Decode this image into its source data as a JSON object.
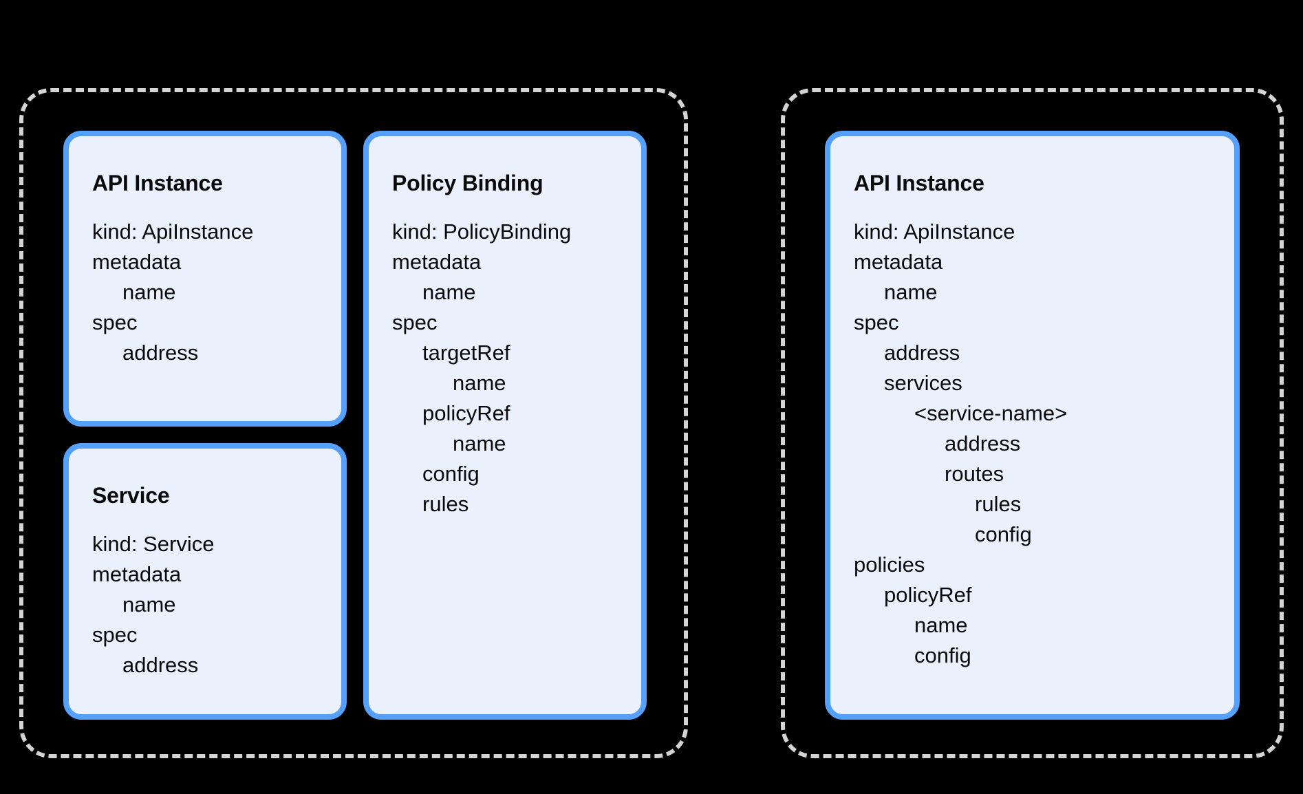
{
  "diagram": {
    "background_color": "#000000",
    "card_fill": "#eaf1fd",
    "card_border": "#55a0fa",
    "group_border": "#d4d4d4",
    "text_color": "#0a0a0a"
  },
  "groups": [
    {
      "name": "left-group",
      "cards": [
        {
          "name": "api-instance-left",
          "title": "API Instance",
          "lines": [
            {
              "text": "kind: ApiInstance",
              "indent": 0
            },
            {
              "text": "metadata",
              "indent": 0
            },
            {
              "text": "name",
              "indent": 1
            },
            {
              "text": "spec",
              "indent": 0
            },
            {
              "text": "address",
              "indent": 1
            }
          ]
        },
        {
          "name": "service",
          "title": "Service",
          "lines": [
            {
              "text": "kind: Service",
              "indent": 0
            },
            {
              "text": "metadata",
              "indent": 0
            },
            {
              "text": "name",
              "indent": 1
            },
            {
              "text": "spec",
              "indent": 0
            },
            {
              "text": "address",
              "indent": 1
            }
          ]
        },
        {
          "name": "policy-binding",
          "title": "Policy Binding",
          "lines": [
            {
              "text": "kind: PolicyBinding",
              "indent": 0
            },
            {
              "text": "metadata",
              "indent": 0
            },
            {
              "text": "name",
              "indent": 1
            },
            {
              "text": "spec",
              "indent": 0
            },
            {
              "text": "targetRef",
              "indent": 1
            },
            {
              "text": "name",
              "indent": 2
            },
            {
              "text": "policyRef",
              "indent": 1
            },
            {
              "text": "name",
              "indent": 2
            },
            {
              "text": "config",
              "indent": 1
            },
            {
              "text": "rules",
              "indent": 1
            }
          ]
        }
      ]
    },
    {
      "name": "right-group",
      "cards": [
        {
          "name": "api-instance-right",
          "title": "API Instance",
          "lines": [
            {
              "text": "kind: ApiInstance",
              "indent": 0
            },
            {
              "text": "metadata",
              "indent": 0
            },
            {
              "text": "name",
              "indent": 1
            },
            {
              "text": "spec",
              "indent": 0
            },
            {
              "text": "address",
              "indent": 1
            },
            {
              "text": "services",
              "indent": 1
            },
            {
              "text": "<service-name>",
              "indent": 2
            },
            {
              "text": "address",
              "indent": 3
            },
            {
              "text": "routes",
              "indent": 3
            },
            {
              "text": "rules",
              "indent": 4
            },
            {
              "text": "config",
              "indent": 4
            },
            {
              "text": "policies",
              "indent": 0
            },
            {
              "text": "policyRef",
              "indent": 1
            },
            {
              "text": "name",
              "indent": 2
            },
            {
              "text": "config",
              "indent": 2
            }
          ]
        }
      ]
    }
  ]
}
